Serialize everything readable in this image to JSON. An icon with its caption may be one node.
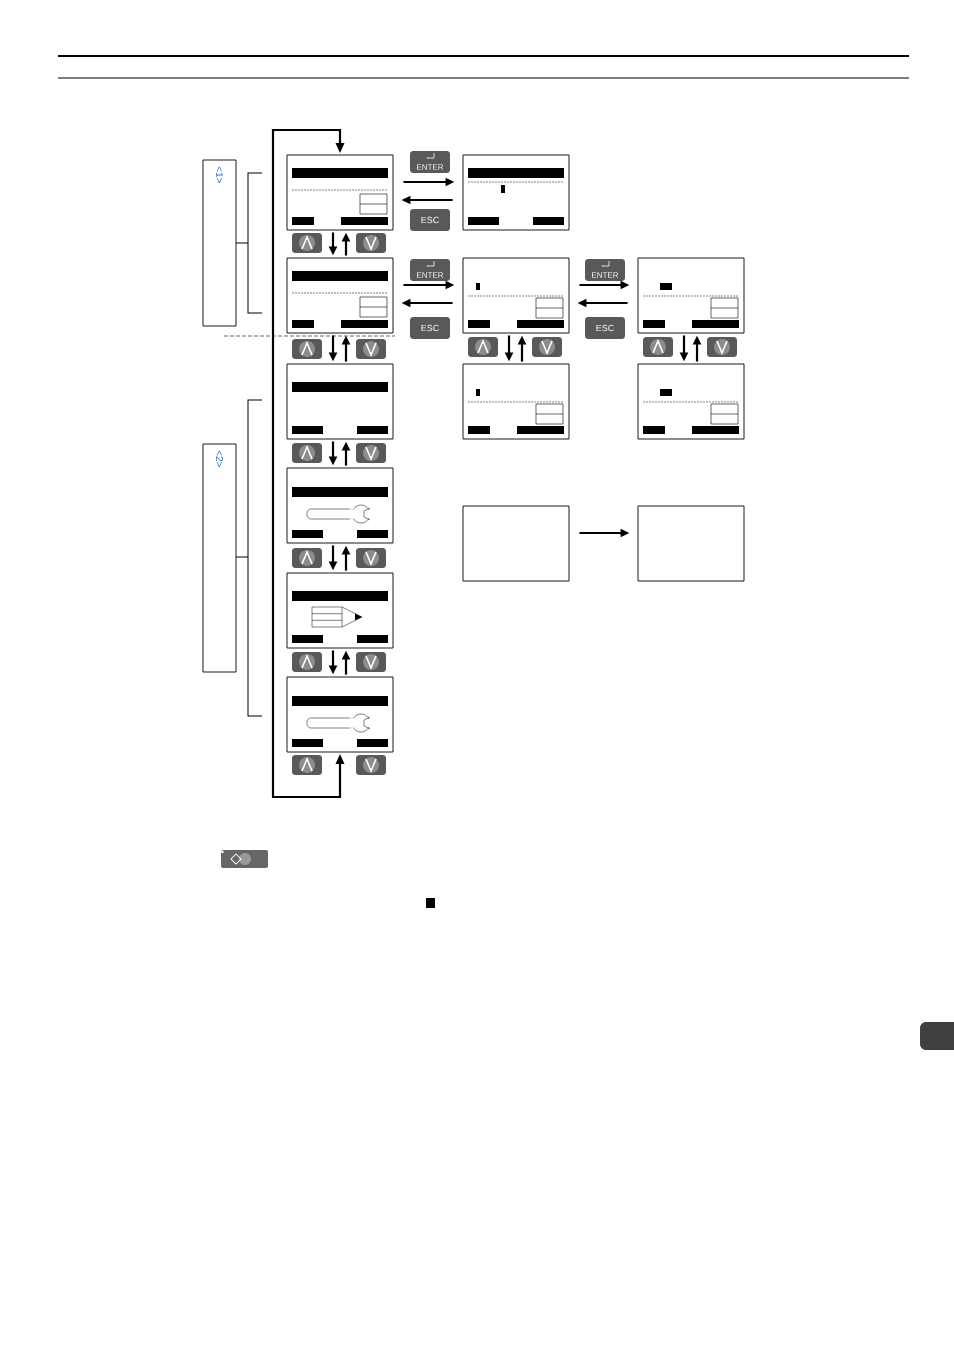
{
  "diagram": {
    "nodes": [
      {
        "text": [
          "<1>"
        ]
      },
      {
        "text": [],
        "shape": "box"
      },
      {
        "text": [],
        "shape": "box"
      },
      {
        "text": [],
        "shape": "box"
      },
      {
        "text": [],
        "shape": "box"
      },
      {
        "text": [],
        "shape": "box"
      },
      {
        "text": [],
        "shape": "box"
      },
      {
        "text": [],
        "shape": "box"
      },
      {
        "text": [],
        "shape": "box"
      },
      {
        "text": [
          "<2>"
        ]
      },
      {
        "text": [],
        "shape": "box"
      },
      {
        "text": [],
        "shape": "box"
      },
      {
        "text": [],
        "shape": "box"
      },
      {
        "text": [],
        "shape": "box"
      },
      {
        "text": [],
        "shape": "box"
      }
    ],
    "edges": [
      {
        "from": 1,
        "to": 2,
        "arrow": "to"
      },
      {
        "from": 2,
        "to": 1,
        "arrow": "to"
      },
      {
        "from": 3,
        "to": 4,
        "arrow": "to"
      },
      {
        "from": 4,
        "to": 3,
        "arrow": "to"
      },
      {
        "from": 4,
        "to": 5,
        "arrow": "to"
      },
      {
        "from": 5,
        "to": 4,
        "arrow": "to"
      },
      {
        "from": 1,
        "to": 3,
        "arrow": "to"
      },
      {
        "from": 3,
        "to": 1,
        "arrow": "to"
      },
      {
        "from": 3,
        "to": 6,
        "arrow": "to"
      },
      {
        "from": 6,
        "to": 3,
        "arrow": "to"
      },
      {
        "from": 4,
        "to": 7,
        "arrow": "to"
      },
      {
        "from": 7,
        "to": 4,
        "arrow": "to"
      },
      {
        "from": 5,
        "to": 8,
        "arrow": "to"
      },
      {
        "from": 8,
        "to": 5,
        "arrow": "to"
      },
      {
        "from": 6,
        "to": 10,
        "arrow": "to"
      },
      {
        "from": 10,
        "to": 6,
        "arrow": "to"
      },
      {
        "from": 11,
        "to": 12,
        "arrow": "to"
      },
      {
        "from": 10,
        "to": 13,
        "arrow": "to"
      },
      {
        "from": 13,
        "to": 10,
        "arrow": "to"
      },
      {
        "from": 13,
        "to": 14,
        "arrow": "to"
      },
      {
        "from": 14,
        "to": 13,
        "arrow": "to"
      },
      {
        "from": 14,
        "to": 1,
        "arrow": "both"
      }
    ],
    "labels": [
      "ENTER",
      "ESC",
      "ENTER",
      "ENTER",
      "ESC",
      "ESC"
    ]
  }
}
